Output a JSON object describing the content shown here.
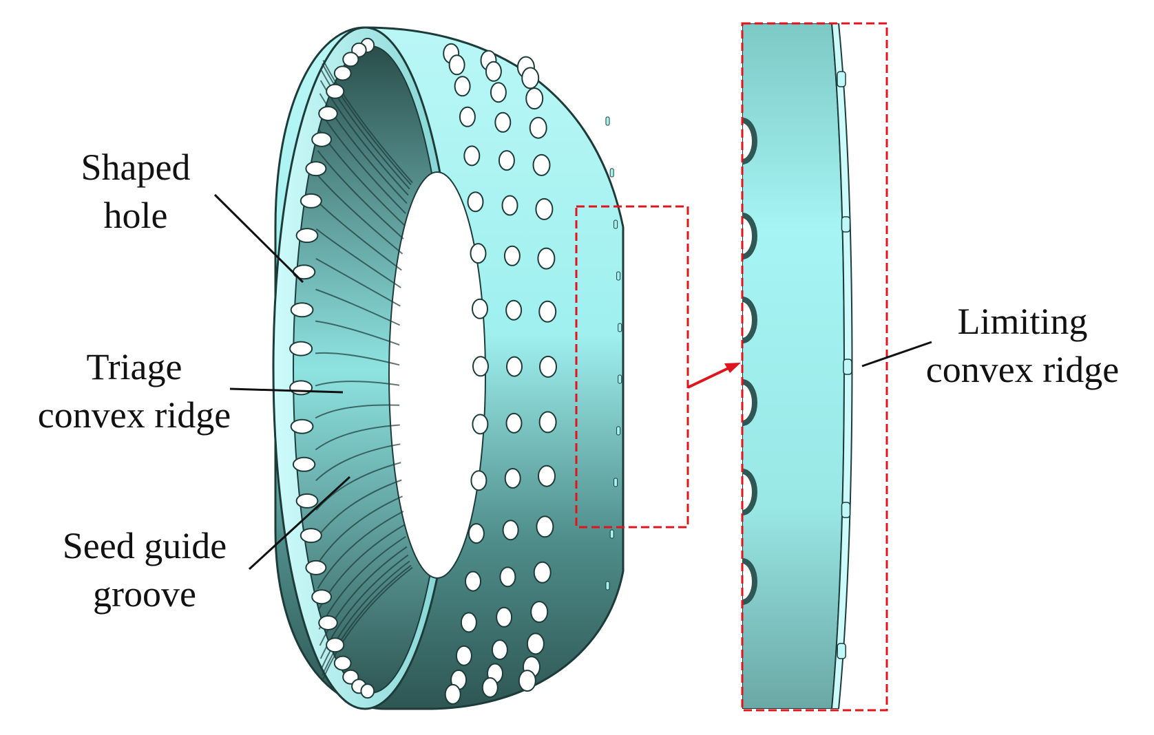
{
  "labels": {
    "shaped_hole": {
      "line1": "Shaped",
      "line2": "hole"
    },
    "triage_ridge": {
      "line1": "Triage",
      "line2": "convex ridge"
    },
    "seed_groove": {
      "line1": "Seed guide",
      "line2": "groove"
    },
    "limiting_ridge": {
      "line1": "Limiting",
      "line2": "convex ridge"
    }
  },
  "colors": {
    "metal_dark": "#2f5855",
    "metal_mid": "#5fa8a4",
    "metal_light": "#a8f3f2",
    "metal_bright": "#d8fdfd",
    "edge": "#1d3b39",
    "callout_box": "#e0141c",
    "leader": "#111111",
    "hole": "#ffffff"
  }
}
